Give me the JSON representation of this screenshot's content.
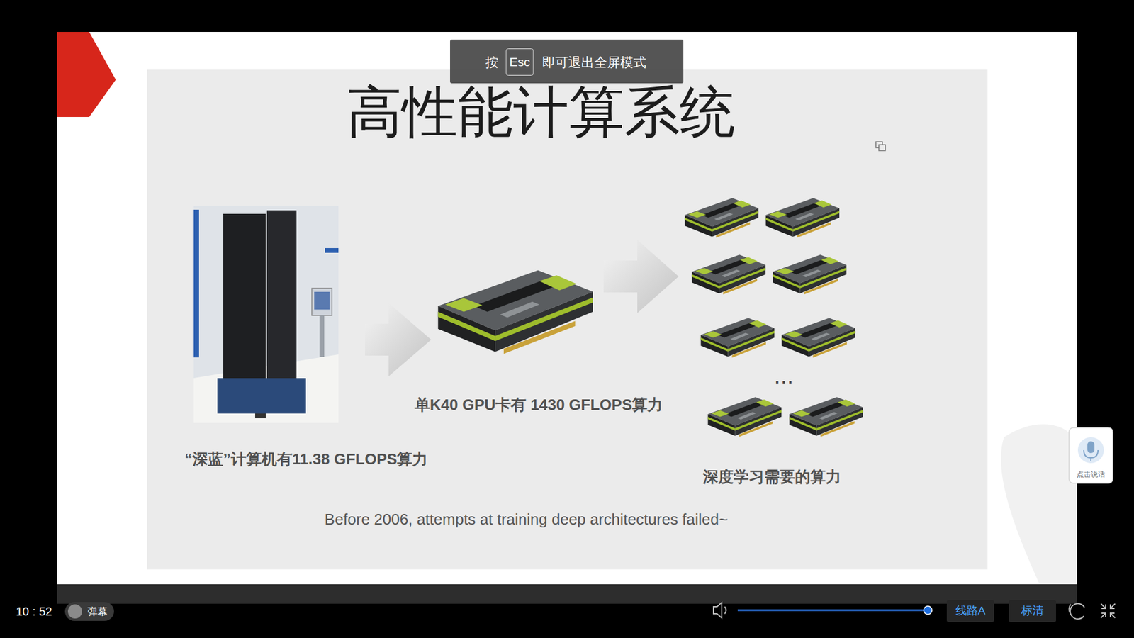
{
  "diagram": {
    "title": "高性能计算系统",
    "nodes": [
      {
        "text": [
          "“深蓝”计算机有11.38 GFLOPS算力"
        ]
      },
      {
        "text": [
          "单K40 GPU卡有 1430 GFLOPS算力"
        ]
      },
      {
        "text": [
          "深度学习需要的算力"
        ]
      }
    ],
    "edges": [
      {
        "from": 0,
        "to": 1,
        "arrow": "to"
      },
      {
        "from": 1,
        "to": 2,
        "arrow": "to"
      }
    ],
    "labels": [
      "按",
      "Esc",
      "即可退出全屏模式",
      "...",
      "Before 2006, attempts at training deep architectures failed~",
      "点击说话",
      "10 : 52",
      "弹幕",
      "线路A",
      "标清"
    ]
  }
}
